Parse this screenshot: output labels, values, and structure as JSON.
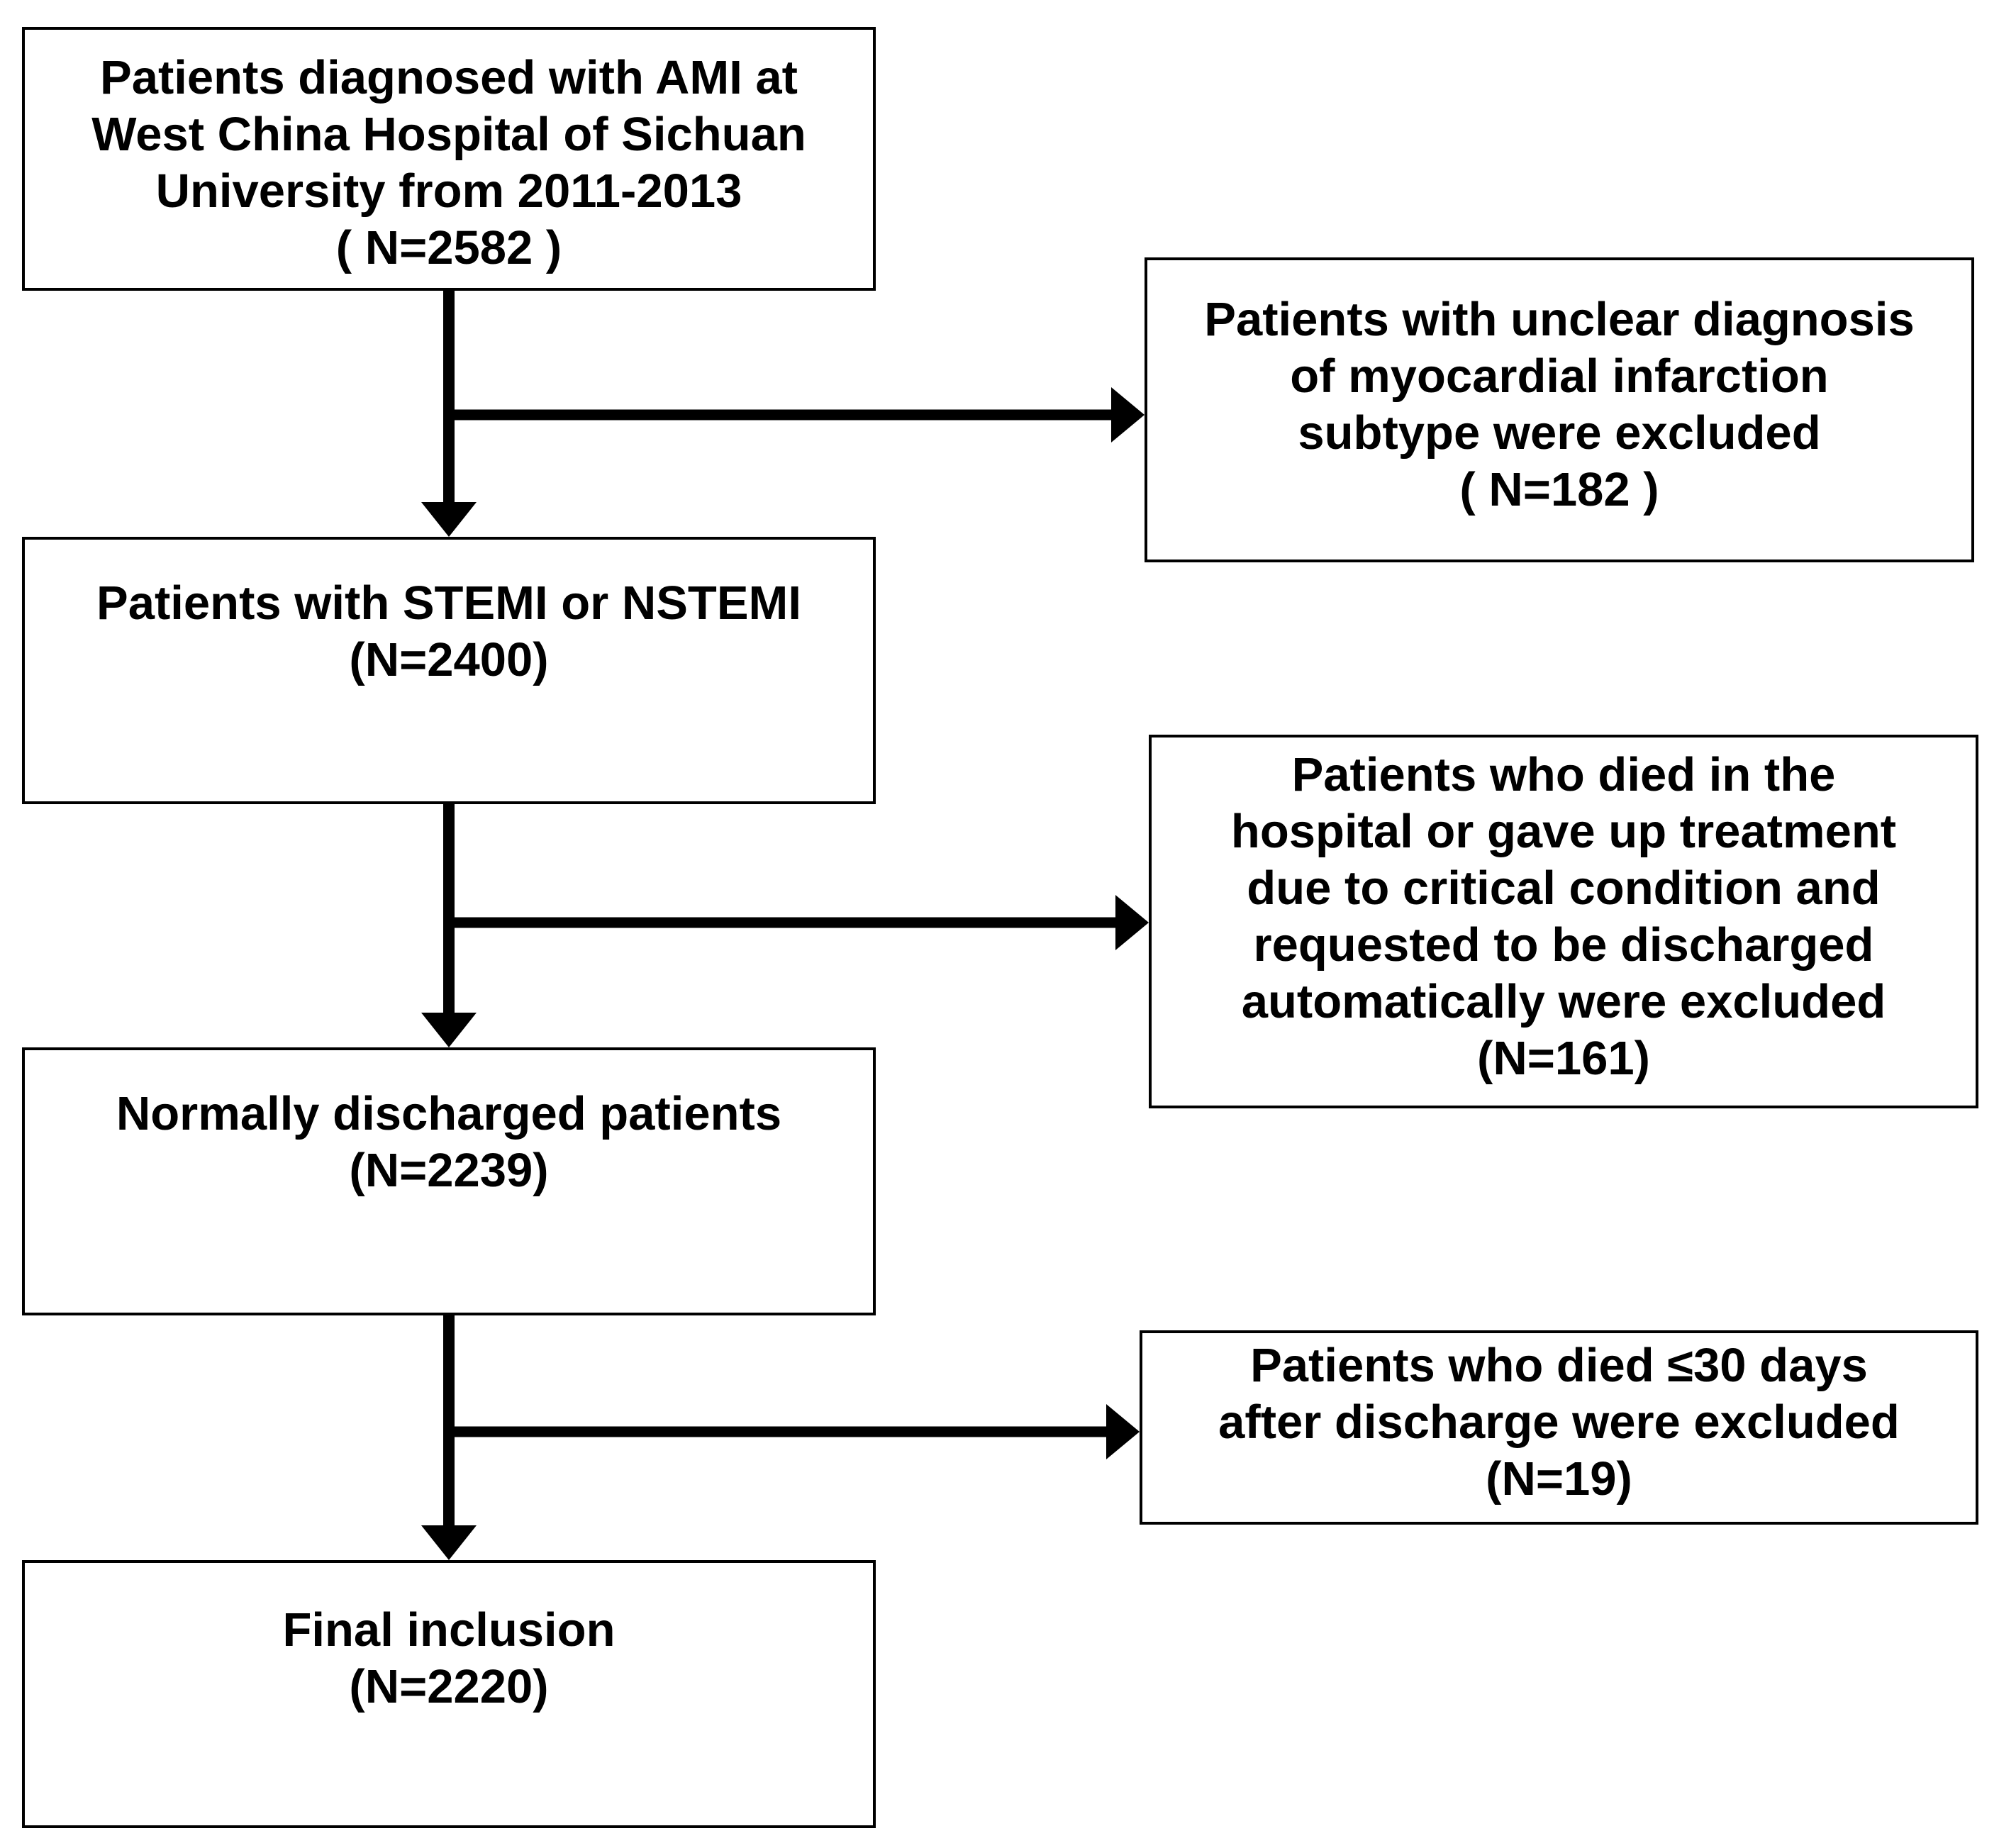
{
  "flow": {
    "steps": [
      {
        "lines": [
          "Patients diagnosed with AMI at",
          "West China Hospital of Sichuan",
          "University from 2011-2013",
          "( N=2582 )"
        ]
      },
      {
        "lines": [
          "Patients with STEMI or NSTEMI",
          "(N=2400)"
        ]
      },
      {
        "lines": [
          "Normally discharged patients",
          "(N=2239)"
        ]
      },
      {
        "lines": [
          "Final inclusion",
          "(N=2220)"
        ]
      }
    ],
    "exclusions": [
      {
        "lines": [
          "Patients with unclear diagnosis",
          "of myocardial infarction",
          "subtype were excluded",
          "( N=182 )"
        ]
      },
      {
        "lines": [
          "Patients who died in the",
          "hospital or gave up treatment",
          "due to critical condition and",
          "requested to be discharged",
          "automatically were excluded",
          "(N=161)"
        ]
      },
      {
        "lines": [
          "Patients who died ≤30 days",
          "after discharge were excluded",
          "(N=19)"
        ]
      }
    ]
  }
}
